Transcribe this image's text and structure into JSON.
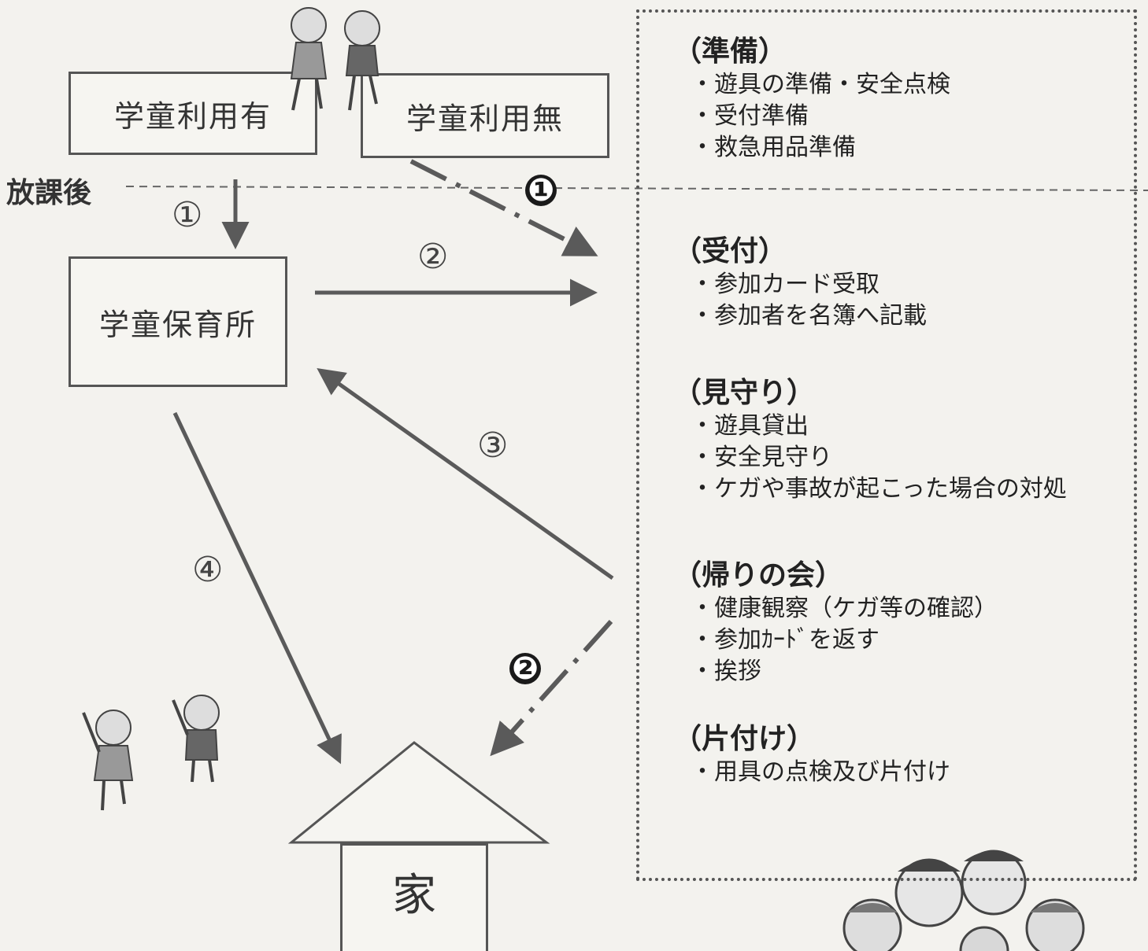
{
  "boxes": {
    "gakudo_yes": "学童利用有",
    "gakudo_no": "学童利用無",
    "hoikusho": "学童保育所",
    "home": "家"
  },
  "after_school_label": "放課後",
  "step_labels": {
    "s1": "①",
    "s2": "②",
    "s3": "③",
    "s4": "④",
    "b1": "❶",
    "b2": "❷"
  },
  "sections": [
    {
      "title": "（準備）",
      "items": [
        "・遊具の準備・安全点検",
        "・受付準備",
        "・救急用品準備"
      ]
    },
    {
      "title": "（受付）",
      "items": [
        "・参加カード受取",
        "・参加者を名簿へ記載"
      ]
    },
    {
      "title": "（見守り）",
      "items": [
        "・遊具貸出",
        "・安全見守り",
        "・ケガや事故が起こった場合の対処"
      ]
    },
    {
      "title": "（帰りの会）",
      "items": [
        "・健康観察（ケガ等の確認）",
        "・参加ｶｰﾄﾞを返す",
        "・挨拶"
      ]
    },
    {
      "title": "（片付け）",
      "items": [
        "・用具の点検及び片付け"
      ]
    }
  ],
  "colors": {
    "line": "#555555",
    "arrow": "#5a5a5a",
    "badge": "#1a1a1a"
  },
  "icons": [
    "children-walking-illustration",
    "children-waving-illustration",
    "kids-group-illustration"
  ]
}
